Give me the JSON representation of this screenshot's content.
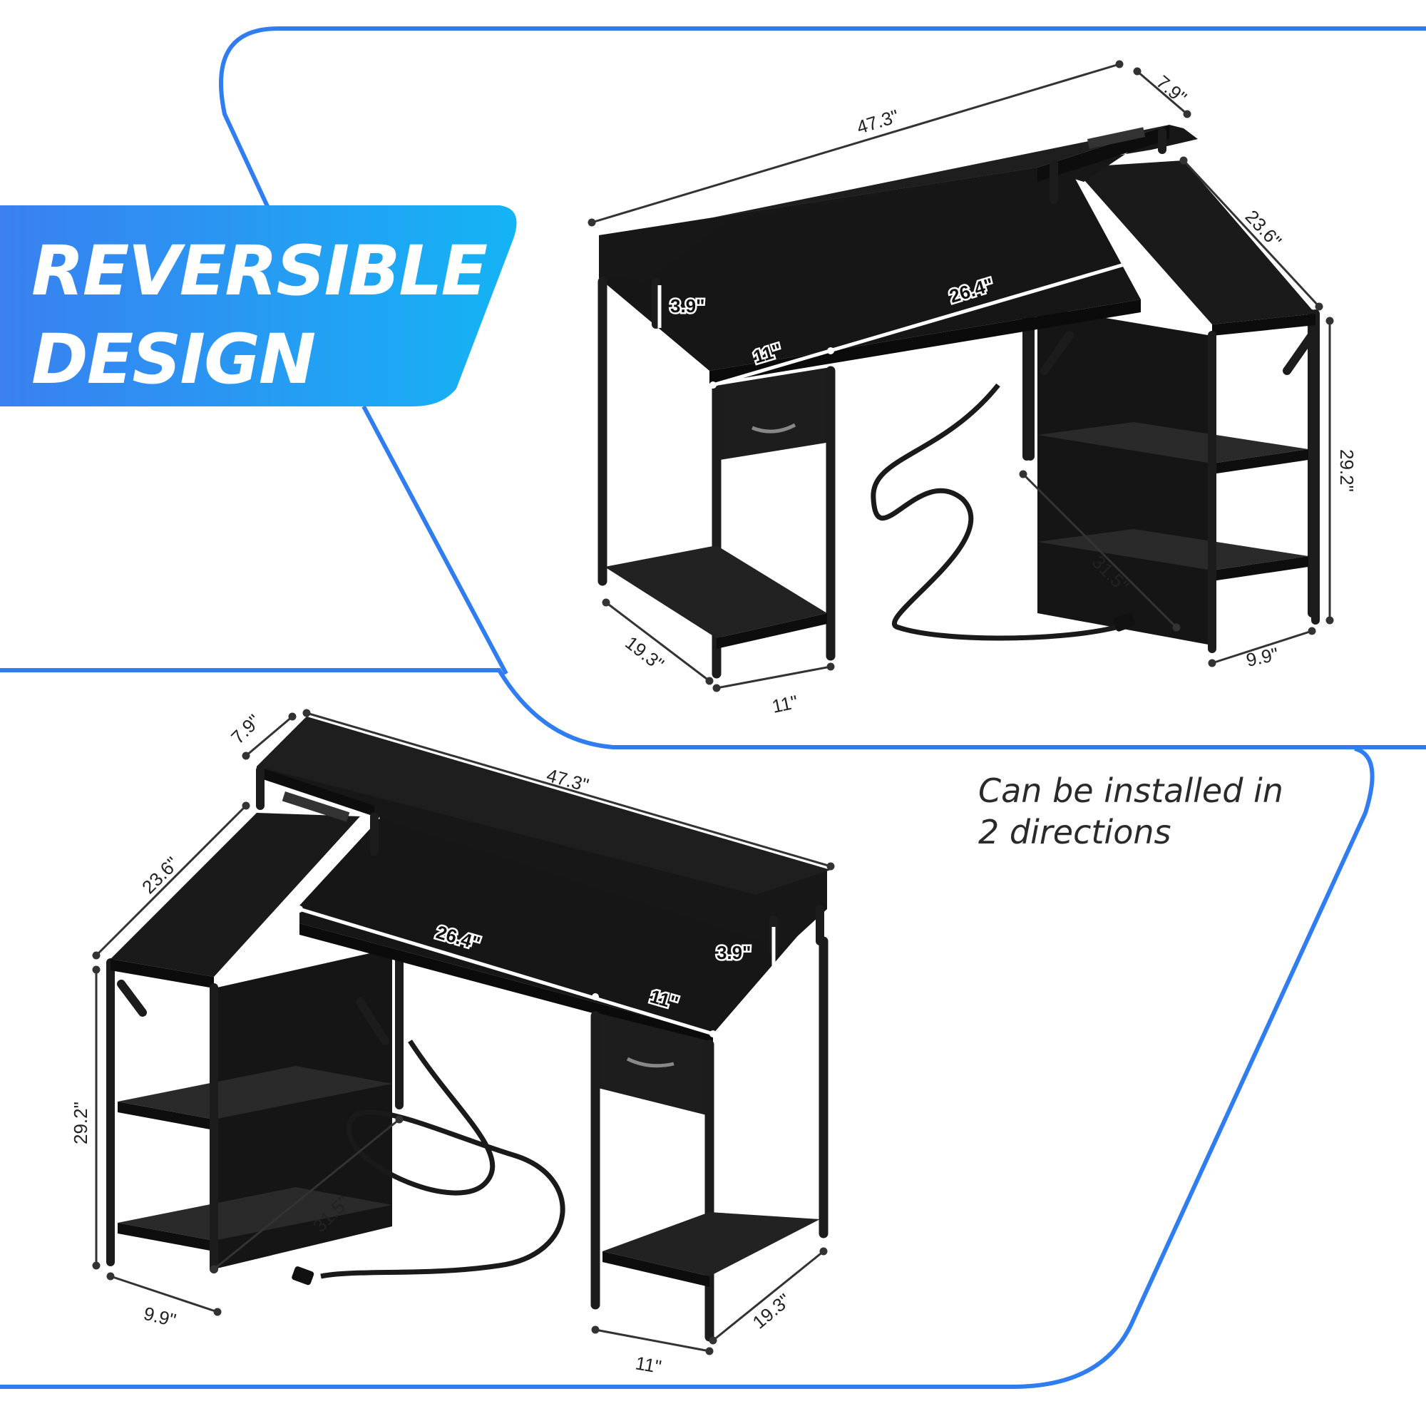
{
  "headline": {
    "line1": "REVERSIBLE",
    "line2": "DESIGN"
  },
  "note": {
    "line1": "Can be installed in",
    "line2": "2 directions"
  },
  "colors": {
    "accent_blue": "#2f7df0",
    "banner_start": "#3a80f0",
    "banner_end": "#14b4f5",
    "desk_black": "#141414",
    "frame_black": "#222222"
  },
  "top_desk": {
    "width": "47.3\"",
    "riser_depth": "7.9\"",
    "side_depth": "23.6\"",
    "riser_height": "3.9\"",
    "inner_width": "26.4\"",
    "drawer_width": "11\"",
    "height": "29.2\"",
    "cable": "31.5\"",
    "leg_depth": "19.3\"",
    "bottom_width": "11\"",
    "shelf_width": "9.9\""
  },
  "bottom_desk": {
    "riser_depth": "7.9\"",
    "width": "47.3\"",
    "side_depth": "23.6\"",
    "inner_width": "26.4\"",
    "riser_height": "3.9\"",
    "drawer_width": "11\"",
    "height": "29.2\"",
    "cable": "31.5\"",
    "shelf_width": "9.9\"",
    "leg_depth": "19.3\"",
    "bottom_width": "11\""
  }
}
